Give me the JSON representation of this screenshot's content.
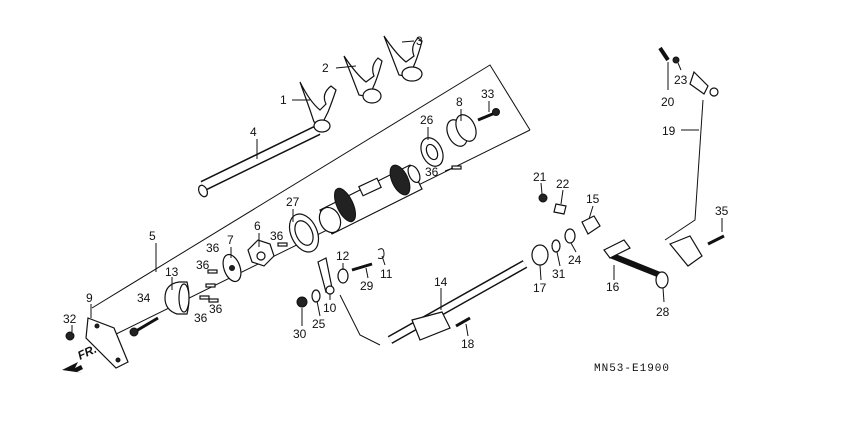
{
  "diagram": {
    "callouts": [
      "1",
      "2",
      "3",
      "4",
      "5",
      "6",
      "7",
      "8",
      "9",
      "10",
      "11",
      "12",
      "13",
      "14",
      "15",
      "16",
      "17",
      "18",
      "19",
      "20",
      "21",
      "22",
      "23",
      "24",
      "25",
      "26",
      "27",
      "28",
      "29",
      "30",
      "31",
      "32",
      "33",
      "34",
      "35",
      "36",
      "36",
      "36",
      "36",
      "36",
      "36"
    ],
    "direction_label": "FR.",
    "drawing_code": "MN53-E1900"
  }
}
